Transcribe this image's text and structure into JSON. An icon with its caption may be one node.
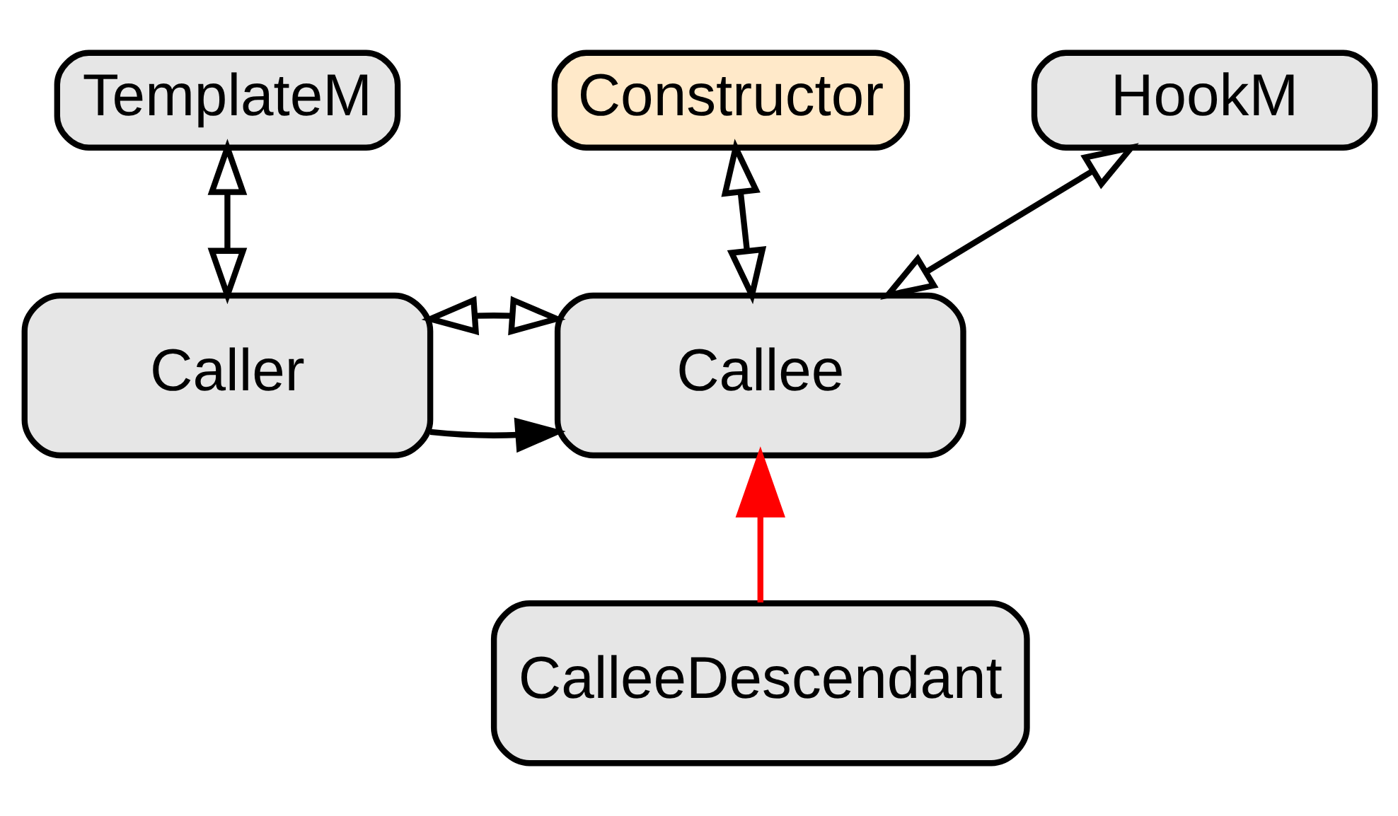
{
  "diagram": {
    "nodes": [
      {
        "text": [
          "Constructor"
        ]
      },
      {
        "text": [
          "TemplateM"
        ]
      },
      {
        "text": [
          "HookM"
        ]
      },
      {
        "text": [
          "Caller"
        ]
      },
      {
        "text": [
          "Callee"
        ]
      },
      {
        "text": [
          "CalleeDescendant"
        ]
      }
    ],
    "edges": [
      {
        "from": 0,
        "to": 4,
        "arrow": "both"
      },
      {
        "from": 1,
        "to": 3,
        "arrow": "both"
      },
      {
        "from": 2,
        "to": 4,
        "arrow": "both"
      },
      {
        "from": 3,
        "to": 4,
        "arrow": "to"
      },
      {
        "from": 3,
        "to": 4,
        "arrow": "both"
      },
      {
        "from": 5,
        "to": 4,
        "arrow": "to",
        "color": "#ff0000"
      }
    ]
  }
}
